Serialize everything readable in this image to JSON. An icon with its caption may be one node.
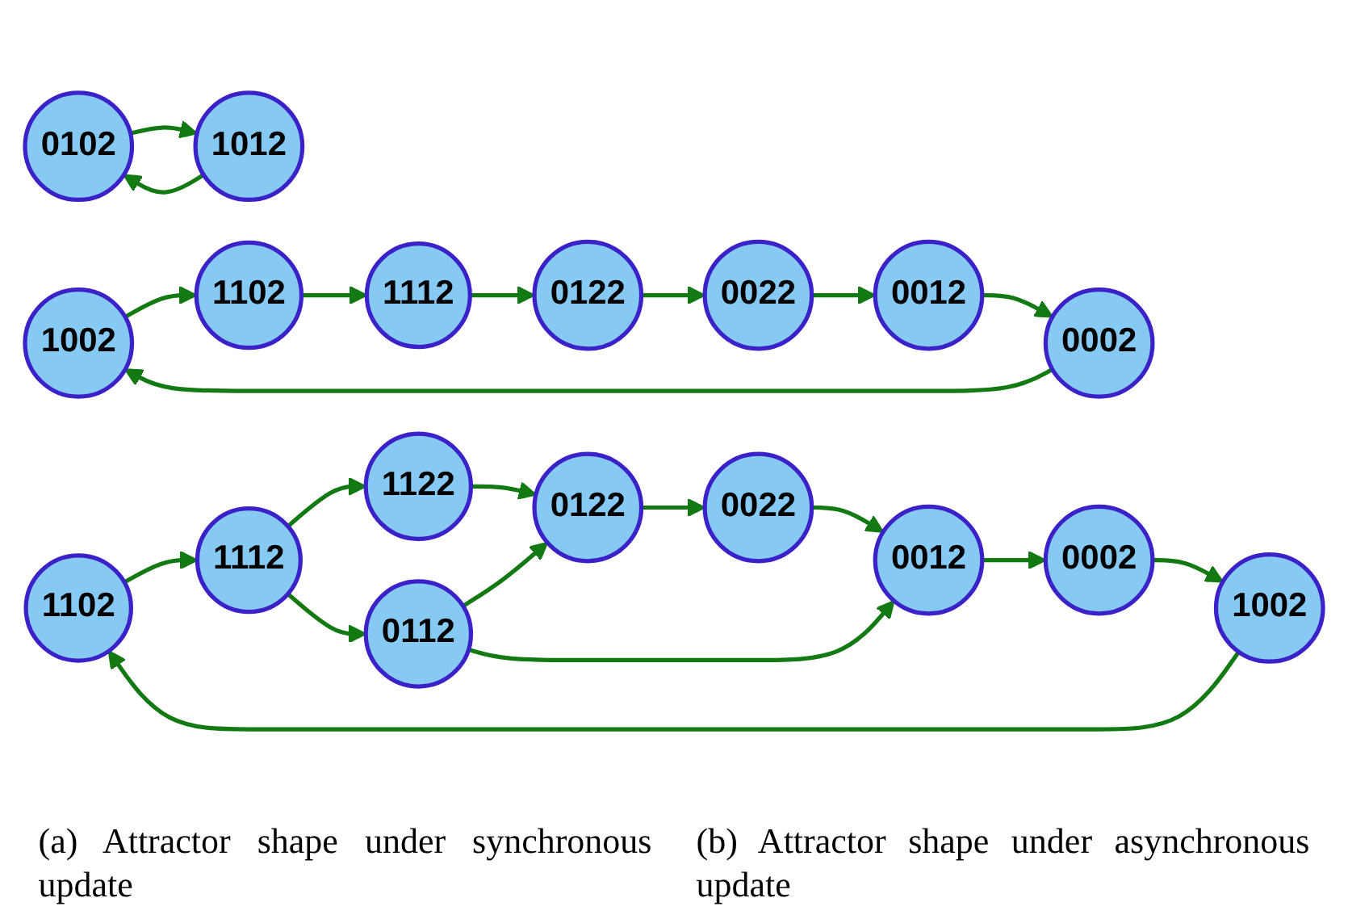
{
  "diagram": {
    "nodes": [
      {
        "text": [
          "0102"
        ]
      },
      {
        "text": [
          "1012"
        ]
      },
      {
        "text": [
          "1002"
        ]
      },
      {
        "text": [
          "0002"
        ]
      },
      {
        "text": [
          "1102"
        ]
      },
      {
        "text": [
          "0012"
        ]
      },
      {
        "text": [
          "1112"
        ]
      },
      {
        "text": [
          "0022"
        ]
      },
      {
        "text": [
          "0122"
        ]
      },
      {
        "text": [
          "1102"
        ]
      },
      {
        "text": [
          "1112"
        ]
      },
      {
        "text": [
          "1002"
        ]
      },
      {
        "text": [
          "0112"
        ]
      },
      {
        "text": [
          "0002"
        ]
      },
      {
        "text": [
          "1122"
        ]
      },
      {
        "text": [
          "0012"
        ]
      },
      {
        "text": [
          "0122"
        ]
      },
      {
        "text": [
          "0022"
        ]
      }
    ],
    "edges": [
      {
        "from": 0,
        "to": 1,
        "arrow": "to"
      },
      {
        "from": 1,
        "to": 0,
        "arrow": "to"
      },
      {
        "from": 3,
        "to": 2,
        "arrow": "to"
      },
      {
        "from": 2,
        "to": 4,
        "arrow": "to"
      },
      {
        "from": 4,
        "to": 6,
        "arrow": "to"
      },
      {
        "from": 6,
        "to": 8,
        "arrow": "to"
      },
      {
        "from": 8,
        "to": 7,
        "arrow": "to"
      },
      {
        "from": 7,
        "to": 5,
        "arrow": "to"
      },
      {
        "from": 5,
        "to": 3,
        "arrow": "to"
      },
      {
        "from": 9,
        "to": 10,
        "arrow": "to"
      },
      {
        "from": 11,
        "to": 9,
        "arrow": "to"
      },
      {
        "from": 13,
        "to": 11,
        "arrow": "to"
      },
      {
        "from": 15,
        "to": 13,
        "arrow": "to"
      },
      {
        "from": 17,
        "to": 15,
        "arrow": "to"
      },
      {
        "from": 16,
        "to": 17,
        "arrow": "to"
      },
      {
        "from": 14,
        "to": 16,
        "arrow": "to"
      },
      {
        "from": 12,
        "to": 16,
        "arrow": "to"
      },
      {
        "from": 12,
        "to": 15,
        "arrow": "to"
      },
      {
        "from": 10,
        "to": 12,
        "arrow": "to"
      },
      {
        "from": 10,
        "to": 14,
        "arrow": "to"
      }
    ],
    "labels": [
      "(a) Attractor shape under synchronous update",
      "(b) Attractor shape under asynchronous update"
    ]
  }
}
